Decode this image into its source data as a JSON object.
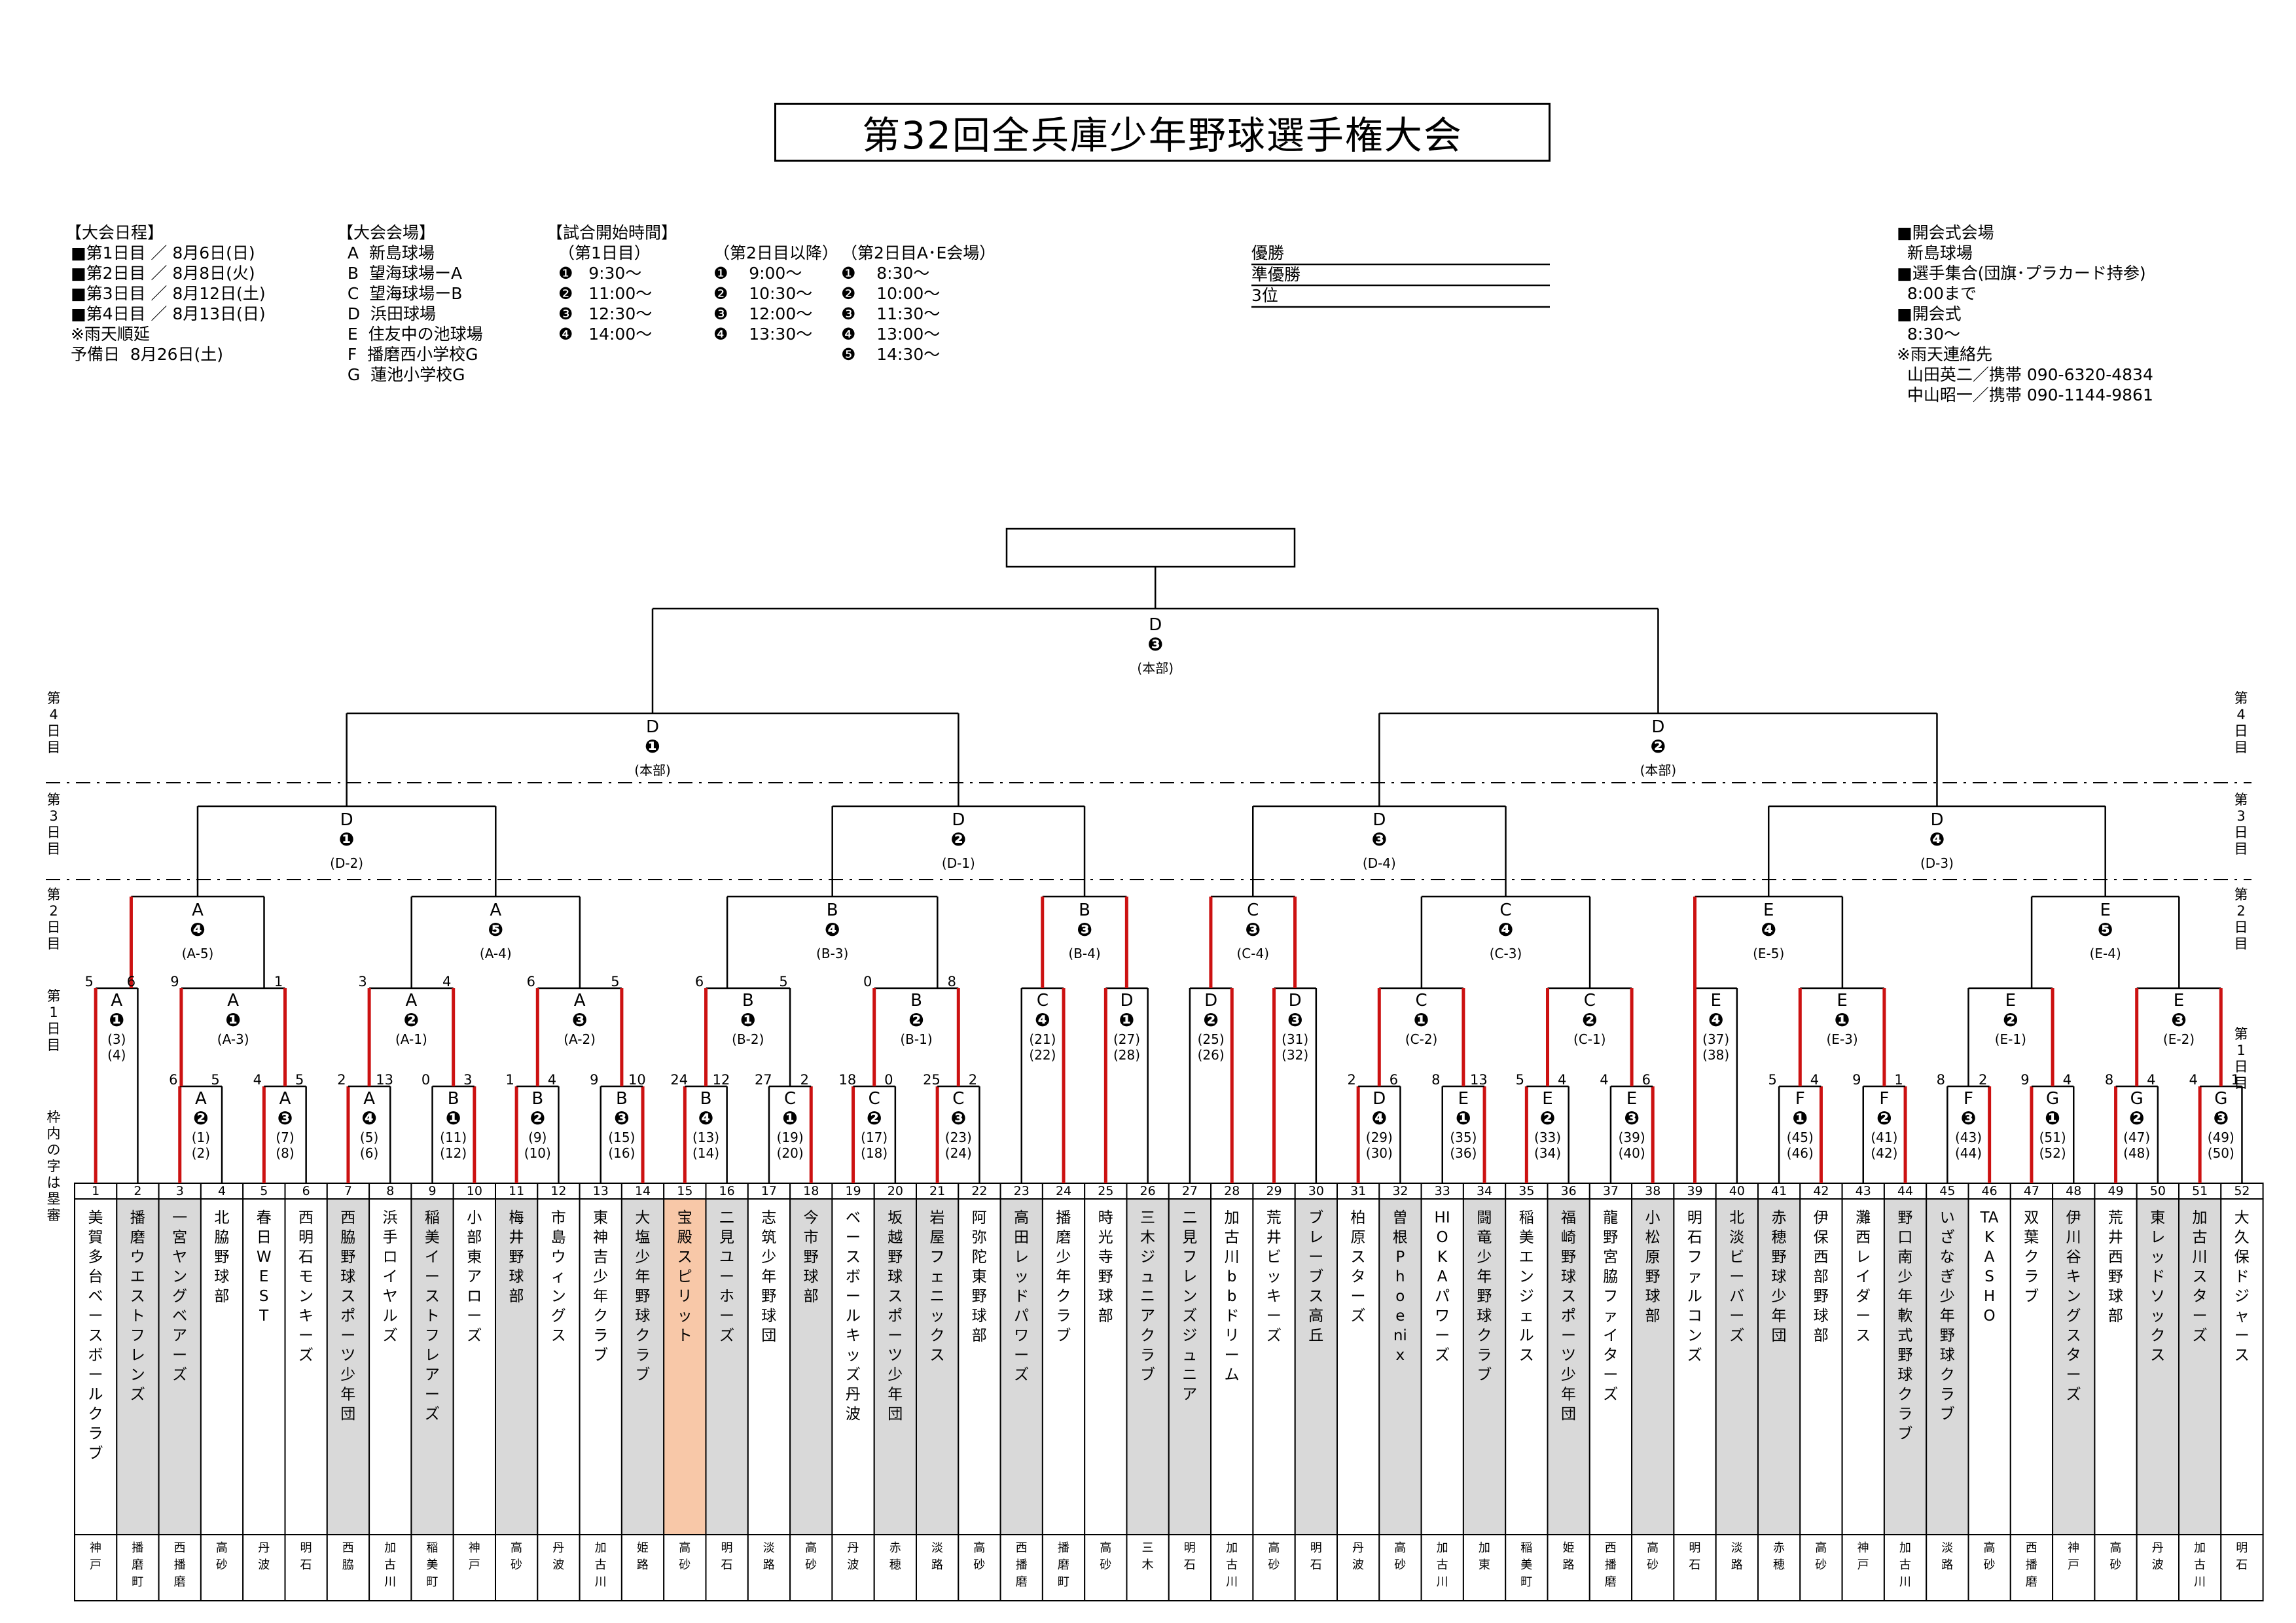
{
  "title": "第32回全兵庫少年野球選手権大会",
  "schedule": "【大会日程】\n ■第1日目 ／ 8月6日(日)\n ■第2日目 ／ 8月8日(火)\n ■第3日目 ／ 8月12日(土)\n ■第4日目 ／ 8月13日(日)\n ※雨天順延\n 予備日  8月26日(土)",
  "venues": "【大会会場】\n  A  新島球場\n  B  望海球場ーA\n  C  望海球場ーB\n  D  浜田球場\n  E  住友中の池球場\n  F  播磨西小学校G\n  G  蓮池小学校G",
  "times_title": "【試合開始時間】",
  "times_day1": " （第1日目）\n ❶   9:30～\n ❷   11:00～\n ❸   12:30～\n ❹   14:00～",
  "times_day2": "（第2日目以降）\n❶    9:00～\n❷    10:30～\n❸    12:00～\n❹    13:30～",
  "times_day2ae": "（第2日目A･E会場）\n❶    8:30～\n❷    10:00～\n❸    11:30～\n❹    13:00～\n❺    14:30～",
  "results": [
    "優勝",
    "準優勝",
    "3位"
  ],
  "contact": "■開会式会場\n  新島球場\n■選手集合(団旗･プラカード持参)\n  8:00まで\n■開会式\n  8:30～\n※雨天連絡先\n  山田英二／携帯 090-6320-4834\n  中山昭一／携帯 090-1144-9861",
  "day_labels": [
    "第4日目",
    "第3日目",
    "第2日目",
    "第1日目"
  ],
  "day_label_first_right": "第1日目",
  "side_note": "枠内の字は塁審",
  "colors": {
    "winner_line": "#cc1111",
    "shaded": "#d9d9d9",
    "highlight": "#f8c8a8"
  },
  "teams": [
    {
      "n": "1",
      "name": "美賀多台ベースボールクラブ",
      "region": "神戸",
      "shade": false
    },
    {
      "n": "2",
      "name": "播磨ウエストフレンズ",
      "region": "播磨町",
      "shade": true
    },
    {
      "n": "3",
      "name": "一宮ヤングベアーズ",
      "region": "西播磨",
      "shade": true
    },
    {
      "n": "4",
      "name": "北脇野球部",
      "region": "高砂",
      "shade": false
    },
    {
      "n": "5",
      "name": "春日WEST",
      "region": "丹波",
      "shade": false
    },
    {
      "n": "6",
      "name": "西明石モンキーズ",
      "region": "明石",
      "shade": false
    },
    {
      "n": "7",
      "name": "西脇野球スポーツ少年団",
      "region": "西脇",
      "shade": true
    },
    {
      "n": "8",
      "name": "浜手ロイヤルズ",
      "region": "加古川",
      "shade": false
    },
    {
      "n": "9",
      "name": "稲美イーストフレアーズ",
      "region": "稲美町",
      "shade": true
    },
    {
      "n": "10",
      "name": "小部東アローズ",
      "region": "神戸",
      "shade": false
    },
    {
      "n": "11",
      "name": "梅井野球部",
      "region": "高砂",
      "shade": true
    },
    {
      "n": "12",
      "name": "市島ウィングス",
      "region": "丹波",
      "shade": false
    },
    {
      "n": "13",
      "name": "東神吉少年クラブ",
      "region": "加古川",
      "shade": false
    },
    {
      "n": "14",
      "name": "大塩少年野球クラブ",
      "region": "姫路",
      "shade": true
    },
    {
      "n": "15",
      "name": "宝殿スピリット",
      "region": "高砂",
      "shade": false,
      "hl": true
    },
    {
      "n": "16",
      "name": "二見ユーホーズ",
      "region": "明石",
      "shade": true
    },
    {
      "n": "17",
      "name": "志筑少年野球団",
      "region": "淡路",
      "shade": false
    },
    {
      "n": "18",
      "name": "今市野球部",
      "region": "高砂",
      "shade": true
    },
    {
      "n": "19",
      "name": "ベースボールキッズ丹波",
      "region": "丹波",
      "shade": false
    },
    {
      "n": "20",
      "name": "坂越野球スポーツ少年団",
      "region": "赤穂",
      "shade": true
    },
    {
      "n": "21",
      "name": "岩屋フェニックス",
      "region": "淡路",
      "shade": true
    },
    {
      "n": "22",
      "name": "阿弥陀東野球部",
      "region": "高砂",
      "shade": false
    },
    {
      "n": "23",
      "name": "高田レッドパワーズ",
      "region": "西播磨",
      "shade": true
    },
    {
      "n": "24",
      "name": "播磨少年クラブ",
      "region": "播磨町",
      "shade": false
    },
    {
      "n": "25",
      "name": "時光寺野球部",
      "region": "高砂",
      "shade": false
    },
    {
      "n": "26",
      "name": "三木ジュニアクラブ",
      "region": "三木",
      "shade": true
    },
    {
      "n": "27",
      "name": "二見フレンズジュニア",
      "region": "明石",
      "shade": true
    },
    {
      "n": "28",
      "name": "加古川bbドリーム",
      "region": "加古川",
      "shade": false
    },
    {
      "n": "29",
      "name": "荒井ビッキーズ",
      "region": "高砂",
      "shade": false
    },
    {
      "n": "30",
      "name": "ブレーブス高丘",
      "region": "明石",
      "shade": true
    },
    {
      "n": "31",
      "name": "柏原スターズ",
      "region": "丹波",
      "shade": false
    },
    {
      "n": "32",
      "name": "曽根Phoenix",
      "region": "高砂",
      "shade": true
    },
    {
      "n": "33",
      "name": "HIOKAパワーズ",
      "region": "加古川",
      "shade": false
    },
    {
      "n": "34",
      "name": "闘竜少年野球クラブ",
      "region": "加東",
      "shade": true
    },
    {
      "n": "35",
      "name": "稲美エンジェルス",
      "region": "稲美町",
      "shade": false
    },
    {
      "n": "36",
      "name": "福崎野球スポーツ少年団",
      "region": "姫路",
      "shade": true
    },
    {
      "n": "37",
      "name": "龍野宮脇ファイターズ",
      "region": "西播磨",
      "shade": false
    },
    {
      "n": "38",
      "name": "小松原野球部",
      "region": "高砂",
      "shade": true
    },
    {
      "n": "39",
      "name": "明石ファルコンズ",
      "region": "明石",
      "shade": false
    },
    {
      "n": "40",
      "name": "北淡ビーバーズ",
      "region": "淡路",
      "shade": true
    },
    {
      "n": "41",
      "name": "赤穂野球少年団",
      "region": "赤穂",
      "shade": true
    },
    {
      "n": "42",
      "name": "伊保西部野球部",
      "region": "高砂",
      "shade": false
    },
    {
      "n": "43",
      "name": "灘西レイダース",
      "region": "神戸",
      "shade": false
    },
    {
      "n": "44",
      "name": "野口南少年軟式野球クラブ",
      "region": "加古川",
      "shade": true
    },
    {
      "n": "45",
      "name": "いざなぎ少年野球クラブ",
      "region": "淡路",
      "shade": true
    },
    {
      "n": "46",
      "name": "TAKASHO",
      "region": "高砂",
      "shade": false
    },
    {
      "n": "47",
      "name": "双葉クラブ",
      "region": "西播磨",
      "shade": false
    },
    {
      "n": "48",
      "name": "伊川谷キングスターズ",
      "region": "神戸",
      "shade": true
    },
    {
      "n": "49",
      "name": "荒井西野球部",
      "region": "高砂",
      "shade": false
    },
    {
      "n": "50",
      "name": "東レッドソックス",
      "region": "丹波",
      "shade": true
    },
    {
      "n": "51",
      "name": "加古川スターズ",
      "region": "加古川",
      "shade": true
    },
    {
      "n": "52",
      "name": "大久保ドジャース",
      "region": "明石",
      "shade": false
    }
  ],
  "games": [
    {
      "v": "A",
      "o": "❷",
      "s": "(1)\n(2)"
    },
    {
      "v": "A",
      "o": "❸",
      "s": "(7)\n(8)"
    },
    {
      "v": "A",
      "o": "❹",
      "s": "(5)\n(6)"
    },
    {
      "v": "B",
      "o": "❶",
      "s": "(11)\n(12)"
    },
    {
      "v": "B",
      "o": "❷",
      "s": "(9)\n(10)"
    },
    {
      "v": "B",
      "o": "❸",
      "s": "(15)\n(16)"
    },
    {
      "v": "B",
      "o": "❹",
      "s": "(13)\n(14)"
    },
    {
      "v": "C",
      "o": "❶",
      "s": "(19)\n(20)"
    },
    {
      "v": "C",
      "o": "❷",
      "s": "(17)\n(18)"
    },
    {
      "v": "C",
      "o": "❸",
      "s": "(23)\n(24)"
    },
    {
      "v": "D",
      "o": "❹",
      "s": "(29)\n(30)"
    },
    {
      "v": "E",
      "o": "❶",
      "s": "(35)\n(36)"
    },
    {
      "v": "E",
      "o": "❷",
      "s": "(33)\n(34)"
    },
    {
      "v": "E",
      "o": "❸",
      "s": "(39)\n(40)"
    },
    {
      "v": "F",
      "o": "❶",
      "s": "(45)\n(46)"
    },
    {
      "v": "F",
      "o": "❷",
      "s": "(41)\n(42)"
    },
    {
      "v": "F",
      "o": "❸",
      "s": "(43)\n(44)"
    },
    {
      "v": "G",
      "o": "❶",
      "s": "(51)\n(52)"
    },
    {
      "v": "G",
      "o": "❷",
      "s": "(47)\n(48)"
    },
    {
      "v": "G",
      "o": "❸",
      "s": "(49)\n(50)"
    },
    {
      "v": "A",
      "o": "❶",
      "s": "(3)\n(4)"
    },
    {
      "v": "A",
      "o": "❶",
      "s": "(A-3)"
    },
    {
      "v": "A",
      "o": "❷",
      "s": "(A-1)"
    },
    {
      "v": "A",
      "o": "❸",
      "s": "(A-2)"
    },
    {
      "v": "B",
      "o": "❶",
      "s": "(B-2)"
    },
    {
      "v": "B",
      "o": "❷",
      "s": "(B-1)"
    },
    {
      "v": "C",
      "o": "❹",
      "s": "(21)\n(22)"
    },
    {
      "v": "D",
      "o": "❶",
      "s": "(27)\n(28)"
    },
    {
      "v": "D",
      "o": "❷",
      "s": "(25)\n(26)"
    },
    {
      "v": "D",
      "o": "❸",
      "s": "(31)\n(32)"
    },
    {
      "v": "C",
      "o": "❶",
      "s": "(C-2)"
    },
    {
      "v": "C",
      "o": "❷",
      "s": "(C-1)"
    },
    {
      "v": "E",
      "o": "❹",
      "s": "(37)\n(38)"
    },
    {
      "v": "E",
      "o": "❶",
      "s": "(E-3)"
    },
    {
      "v": "E",
      "o": "❷",
      "s": "(E-1)"
    },
    {
      "v": "E",
      "o": "❸",
      "s": "(E-2)"
    },
    {
      "v": "A",
      "o": "❹",
      "s": "(A-5)"
    },
    {
      "v": "A",
      "o": "❺",
      "s": "(A-4)"
    },
    {
      "v": "B",
      "o": "❹",
      "s": "(B-3)"
    },
    {
      "v": "B",
      "o": "❸",
      "s": "(B-4)"
    },
    {
      "v": "C",
      "o": "❸",
      "s": "(C-4)"
    },
    {
      "v": "C",
      "o": "❹",
      "s": "(C-3)"
    },
    {
      "v": "E",
      "o": "❹",
      "s": "(E-5)"
    },
    {
      "v": "E",
      "o": "❺",
      "s": "(E-4)"
    },
    {
      "v": "D",
      "o": "❶",
      "s": "(D-2)"
    },
    {
      "v": "D",
      "o": "❷",
      "s": "(D-1)"
    },
    {
      "v": "D",
      "o": "❸",
      "s": "(D-4)"
    },
    {
      "v": "D",
      "o": "❹",
      "s": "(D-3)"
    },
    {
      "v": "D",
      "o": "❶",
      "s": "(本部)"
    },
    {
      "v": "D",
      "o": "❷",
      "s": "(本部)"
    },
    {
      "v": "D",
      "o": "❸",
      "s": "(本部)"
    }
  ],
  "scores": [
    "6",
    "5",
    "4",
    "5",
    "2",
    "13",
    "0",
    "3",
    "1",
    "4",
    "9",
    "10",
    "24",
    "12",
    "27",
    "2",
    "18",
    "0",
    "25",
    "2",
    "2",
    "6",
    "8",
    "13",
    "5",
    "4",
    "4",
    "6",
    "5",
    "4",
    "9",
    "1",
    "8",
    "2",
    "9",
    "4",
    "8",
    "4",
    "4",
    "1",
    "5",
    "6",
    "9",
    "1",
    "3",
    "4",
    "6",
    "5",
    "6",
    "5",
    "0",
    "8"
  ]
}
